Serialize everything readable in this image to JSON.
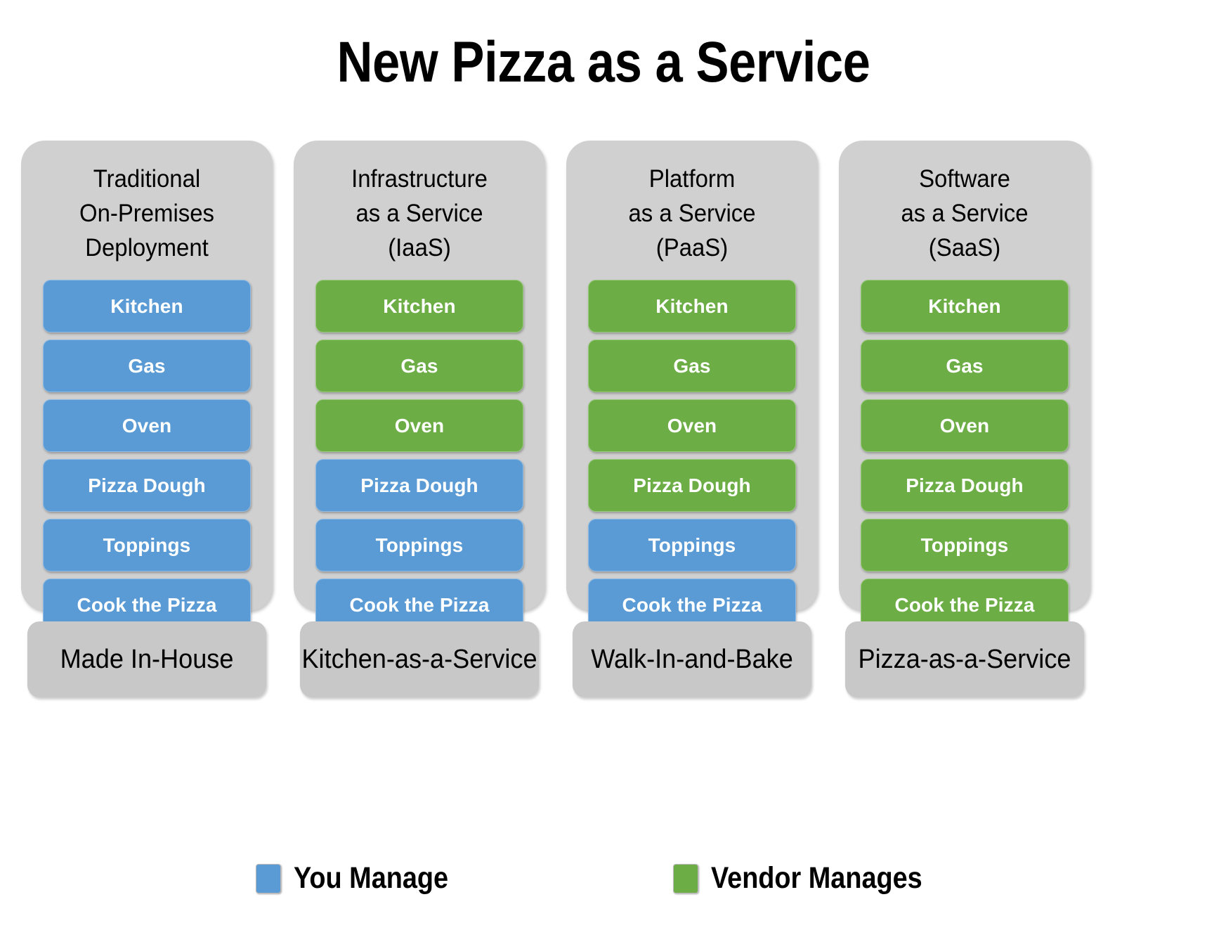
{
  "title": "New Pizza as a Service",
  "colors": {
    "you_manage": "#5b9bd5",
    "vendor_manages": "#6cad45",
    "panel_gray": "#d0d0d0",
    "footer_gray": "#c8c8c8",
    "pill_text": "#ffffff",
    "background": "#ffffff"
  },
  "layers": [
    "Kitchen",
    "Gas",
    "Oven",
    "Pizza Dough",
    "Toppings",
    "Cook the Pizza"
  ],
  "columns": [
    {
      "title_lines": [
        "Traditional",
        "On-Premises",
        "Deployment"
      ],
      "footer": "Made In-House",
      "items": [
        {
          "label": "Kitchen",
          "owner": "you"
        },
        {
          "label": "Gas",
          "owner": "you"
        },
        {
          "label": "Oven",
          "owner": "you"
        },
        {
          "label": "Pizza Dough",
          "owner": "you"
        },
        {
          "label": "Toppings",
          "owner": "you"
        },
        {
          "label": "Cook the Pizza",
          "owner": "you"
        }
      ]
    },
    {
      "title_lines": [
        "Infrastructure",
        "as a Service",
        "(IaaS)"
      ],
      "footer": "Kitchen-as-a-Service",
      "items": [
        {
          "label": "Kitchen",
          "owner": "vendor"
        },
        {
          "label": "Gas",
          "owner": "vendor"
        },
        {
          "label": "Oven",
          "owner": "vendor"
        },
        {
          "label": "Pizza Dough",
          "owner": "you"
        },
        {
          "label": "Toppings",
          "owner": "you"
        },
        {
          "label": "Cook the Pizza",
          "owner": "you"
        }
      ]
    },
    {
      "title_lines": [
        "Platform",
        "as a Service",
        "(PaaS)"
      ],
      "footer": "Walk-In-and-Bake",
      "items": [
        {
          "label": "Kitchen",
          "owner": "vendor"
        },
        {
          "label": "Gas",
          "owner": "vendor"
        },
        {
          "label": "Oven",
          "owner": "vendor"
        },
        {
          "label": "Pizza Dough",
          "owner": "vendor"
        },
        {
          "label": "Toppings",
          "owner": "you"
        },
        {
          "label": "Cook the Pizza",
          "owner": "you"
        }
      ]
    },
    {
      "title_lines": [
        "Software",
        "as a Service",
        "(SaaS)"
      ],
      "footer": "Pizza-as-a-Service",
      "items": [
        {
          "label": "Kitchen",
          "owner": "vendor"
        },
        {
          "label": "Gas",
          "owner": "vendor"
        },
        {
          "label": "Oven",
          "owner": "vendor"
        },
        {
          "label": "Pizza Dough",
          "owner": "vendor"
        },
        {
          "label": "Toppings",
          "owner": "vendor"
        },
        {
          "label": "Cook the Pizza",
          "owner": "vendor"
        }
      ]
    }
  ],
  "legend": [
    {
      "label": "You Manage",
      "owner": "you",
      "swatch": "blue-square-swatch"
    },
    {
      "label": "Vendor Manages",
      "owner": "vendor",
      "swatch": "green-square-swatch"
    }
  ]
}
